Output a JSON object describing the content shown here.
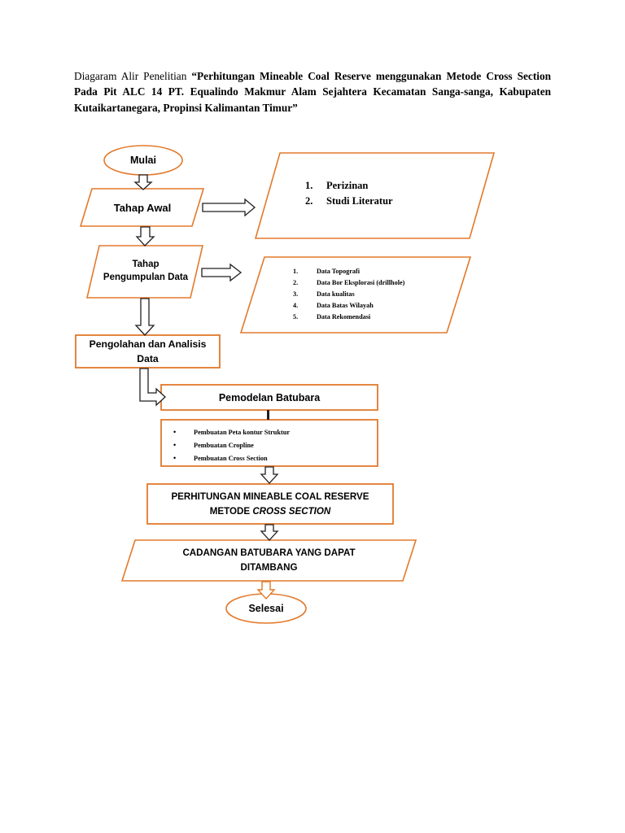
{
  "document": {
    "title_prefix": "Diagaram Alir Penelitian ",
    "title_quoted": "“Perhitungan Mineable Coal Reserve menggunakan Metode Cross Section Pada Pit ALC 14 PT. Equalindo Makmur Alam Sejahtera Kecamatan Sanga-sanga, Kabupaten Kutaikartanegara, Propinsi Kalimantan Timur”"
  },
  "colors": {
    "shape_stroke": "#E2792B",
    "connector_stroke": "#231F20",
    "connector_fill": "#FFFFFF",
    "end_connector_stroke": "#E2792B",
    "text": "#000000",
    "background": "#FFFFFF"
  },
  "flow": {
    "start": {
      "shape": "ellipse",
      "label": "Mulai"
    },
    "stage_initial": {
      "shape": "parallelogram",
      "label": "Tahap Awal"
    },
    "initial_outputs": {
      "shape": "parallelogram",
      "items": [
        {
          "marker": "1.",
          "text": "Perizinan"
        },
        {
          "marker": "2.",
          "text": "Studi Literatur"
        }
      ]
    },
    "stage_collection": {
      "shape": "parallelogram",
      "line1": "Tahap",
      "line2": "Pengumpulan Data"
    },
    "collection_outputs": {
      "shape": "parallelogram",
      "items": [
        {
          "marker": "1.",
          "text": "Data Topografi"
        },
        {
          "marker": "2.",
          "text": "Data Bor Eksplorasi (drillhole)"
        },
        {
          "marker": "3.",
          "text": "Data kualitas"
        },
        {
          "marker": "4.",
          "text": "Data Batas Wilayah"
        },
        {
          "marker": "5.",
          "text": "Data Rekomendasi"
        }
      ]
    },
    "processing": {
      "shape": "rectangle",
      "line1": "Pengolahan dan Analisis",
      "line2": "Data"
    },
    "modelling": {
      "shape": "rectangle",
      "label": "Pemodelan Batubara"
    },
    "modelling_steps": {
      "shape": "rectangle",
      "items": [
        {
          "marker": "•",
          "text": "Pembuatan Peta kontur Struktur"
        },
        {
          "marker": "•",
          "text": "Pembuatan  Cropline"
        },
        {
          "marker": "•",
          "text": "Pembuatan Cross Section"
        }
      ]
    },
    "calculation": {
      "shape": "rectangle",
      "line1": "PERHITUNGAN MINEABLE COAL RESERVE",
      "line2_plain": "METODE ",
      "line2_italic": "CROSS SECTION"
    },
    "result": {
      "shape": "parallelogram",
      "line1": "CADANGAN BATUBARA YANG DAPAT",
      "line2": "DITAMBANG"
    },
    "end": {
      "shape": "ellipse",
      "label": "Selesai"
    },
    "connectors": [
      {
        "name": "mulai-to-tahap-awal",
        "kind": "block-arrow-down"
      },
      {
        "name": "tahap-awal-to-initial-outputs",
        "kind": "block-arrow-right"
      },
      {
        "name": "tahap-awal-to-stage-collection",
        "kind": "block-arrow-down"
      },
      {
        "name": "stage-collection-to-collection-outputs",
        "kind": "block-arrow-right"
      },
      {
        "name": "stage-collection-to-processing",
        "kind": "block-arrow-down"
      },
      {
        "name": "processing-to-modelling",
        "kind": "block-arrow-elbow"
      },
      {
        "name": "modelling-to-steps",
        "kind": "line-vertical"
      },
      {
        "name": "steps-to-calculation",
        "kind": "block-arrow-down"
      },
      {
        "name": "calculation-to-result",
        "kind": "block-arrow-down"
      },
      {
        "name": "result-to-selesai",
        "kind": "block-arrow-down-orange"
      }
    ]
  }
}
